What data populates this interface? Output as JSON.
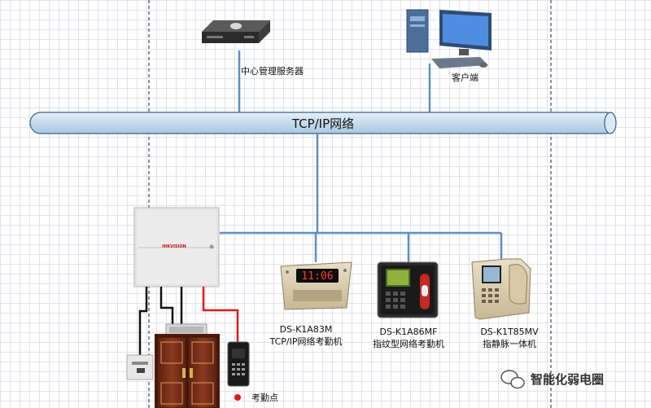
{
  "network": {
    "label": "TCP/IP网络"
  },
  "nodes": {
    "server": {
      "label": "中心管理服务器"
    },
    "client": {
      "label": "客户端"
    },
    "controller": {
      "brand": "HIKVISION"
    },
    "device_k1a83m": {
      "model": "DS-K1A83M",
      "desc": "TCP/IP网络考勤机",
      "display": "11:06"
    },
    "device_k1a86mf": {
      "model": "DS-K1A86MF",
      "desc": "指纹型网络考勤机"
    },
    "device_k1t85mv": {
      "model": "DS-K1T85MV",
      "desc": "指静脉一体机"
    },
    "attendance_point": {
      "label": "考勤点"
    }
  },
  "watermark": {
    "text": "智能化弱电圈"
  },
  "colors": {
    "bus_fill": "#c5dced",
    "link": "#5b8fc7",
    "wire_red": "#e0191d",
    "wire_black": "#111111"
  }
}
